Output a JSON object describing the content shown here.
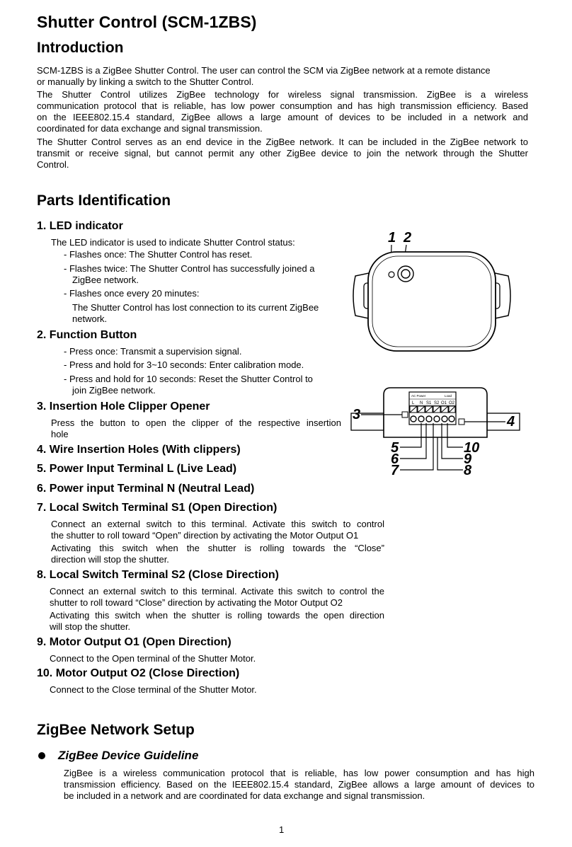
{
  "title": "Shutter Control (SCM-1ZBS)",
  "intro": {
    "heading": "Introduction",
    "p1_l1": "SCM-1ZBS is a ZigBee Shutter Control. The user can control the SCM via ZigBee network at a remote distance",
    "p1_l2": "or manually by linking a switch to the Shutter Control.",
    "p2_l1": "The Shutter Control utilizes ZigBee technology for wireless signal transmission. ZigBee is a wireless",
    "p2_l2": "communication protocol that is reliable, has low power consumption and has high transmission efficiency. Based",
    "p2_l3": "on the IEEE802.15.4 standard, ZigBee allows a large amount of devices to be included in a network and",
    "p2_l4": "coordinated for data exchange and signal transmission.",
    "p3_l1": "The Shutter Control serves as an end device in the ZigBee network. It can be included in the ZigBee network to",
    "p3_l2": "transmit or receive signal, but cannot permit any other ZigBee device to join the network through the Shutter",
    "p3_l3": "Control."
  },
  "parts": {
    "heading": "Parts Identification",
    "led": {
      "title": "1. LED indicator",
      "desc": "The LED indicator is used to indicate Shutter Control status:",
      "b1": "- Flashes once: The Shutter Control has reset.",
      "b2_l1": "- Flashes twice: The Shutter Control has successfully joined a",
      "b2_l2": "ZigBee network.",
      "b3": "- Flashes once every 20 minutes:",
      "b3_d1": "The Shutter Control has lost connection to its current ZigBee",
      "b3_d2": "network."
    },
    "func": {
      "title": "2. Function Button",
      "b1": "- Press once: Transmit a supervision signal.",
      "b2": "- Press and hold for 3~10 seconds: Enter calibration mode.",
      "b3_l1": "- Press and hold for 10 seconds: Reset the Shutter Control to",
      "b3_l2": "join ZigBee network."
    },
    "clipper": {
      "title": "3. Insertion Hole Clipper Opener",
      "l1": "Press the button to open the clipper of the respective insertion",
      "l2": "hole"
    },
    "wire": {
      "title": "4. Wire Insertion Holes (With clippers)"
    },
    "power_l": {
      "title": "5. Power Input Terminal L (Live Lead)"
    },
    "power_n": {
      "title": "6. Power input Terminal N (Neutral Lead)"
    },
    "s1": {
      "title": "7. Local Switch Terminal S1 (Open Direction)",
      "l1": "Connect an external switch to this terminal. Activate this switch to control",
      "l2": "the shutter to roll toward “Open” direction by activating the Motor Output O1",
      "l3": "Activating this switch when the shutter is rolling towards the “Close”",
      "l4": "direction will stop the shutter."
    },
    "s2": {
      "title": "8. Local Switch Terminal S2 (Close Direction)",
      "l1": "Connect an external switch to this terminal. Activate this switch to control the",
      "l2": "shutter to roll toward “Close” direction by activating the Motor Output O2",
      "l3": "Activating this switch when the shutter is rolling towards the open direction",
      "l4": "will stop the shutter."
    },
    "o1": {
      "title": "9. Motor Output O1 (Open Direction)",
      "l1": "Connect to the Open terminal of the Shutter Motor."
    },
    "o2": {
      "title": "10. Motor Output O2 (Close Direction)",
      "l1": "Connect to the Close terminal of the Shutter Motor."
    }
  },
  "figure": {
    "top_labels": [
      "1",
      "2"
    ],
    "side_labels": [
      "3",
      "4"
    ],
    "bottom_labels": [
      "5",
      "6",
      "7",
      "10",
      "9",
      "8"
    ],
    "group_labels": [
      "AC Power",
      "Load"
    ],
    "terminals": [
      "L",
      "N",
      "S1",
      "S2",
      "O1",
      "O2"
    ]
  },
  "zigbee": {
    "heading": "ZigBee Network Setup",
    "guideline": "ZigBee Device Guideline",
    "l1": "ZigBee is a wireless communication protocol that is reliable, has low power consumption and has high",
    "l2": "transmission efficiency. Based on the IEEE802.15.4 standard, ZigBee allows a large amount of devices to",
    "l3": "be included in a network and are coordinated for data exchange and signal transmission."
  },
  "page_number": "1"
}
